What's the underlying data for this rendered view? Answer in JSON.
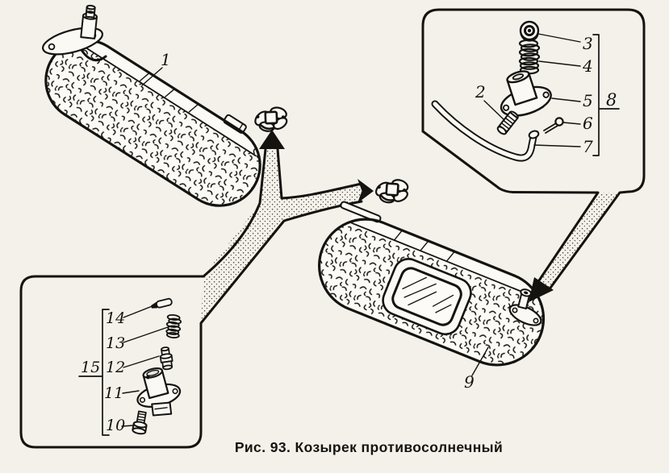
{
  "figure": {
    "caption": "Рис. 93. Козырек противосолнечный"
  },
  "callouts": {
    "n1": "1",
    "n2": "2",
    "n3": "3",
    "n4": "4",
    "n5": "5",
    "n6": "6",
    "n7": "7",
    "n8": "8",
    "n9": "9",
    "n10": "10",
    "n11": "11",
    "n12": "12",
    "n13": "13",
    "n14": "14",
    "n15": "15"
  },
  "colors": {
    "ink": "#14130f",
    "paper": "#f3f1ea"
  }
}
